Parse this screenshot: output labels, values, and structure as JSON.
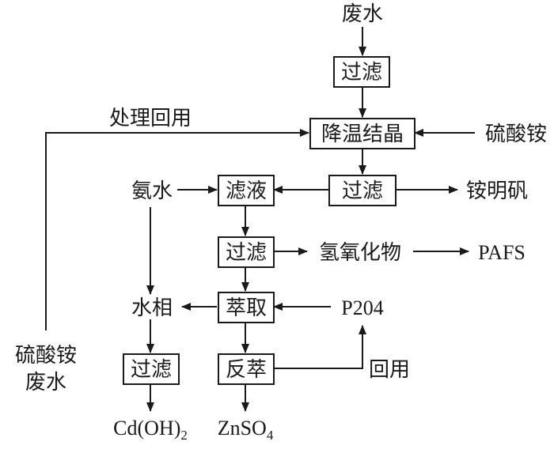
{
  "nodes": {
    "wastewater": "废水",
    "filter_1": "过滤",
    "cooling_crystallization": "降温结晶",
    "treatment_reuse": "处理回用",
    "ammonium_sulfate_in": "硫酸铵",
    "filter_2": "过滤",
    "ammonium_alum": "铵明矾",
    "ammonia_water": "氨水",
    "filtrate": "滤液",
    "filter_3": "过滤",
    "hydroxide": "氢氧化物",
    "pafs": "PAFS",
    "aqueous_phase": "水相",
    "extraction": "萃取",
    "p204": "P204",
    "filter_4": "过滤",
    "back_extraction": "反萃",
    "recycle": "回用",
    "ammonium_sulfate_wastewater_line1": "硫酸铵",
    "ammonium_sulfate_wastewater_line2": "废水"
  },
  "products": {
    "cd_main": "Cd(OH)",
    "cd_sub": "2",
    "zn_main": "ZnSO",
    "zn_sub": "4"
  },
  "colors": {
    "line": "#1a1a1a",
    "background": "#ffffff"
  }
}
